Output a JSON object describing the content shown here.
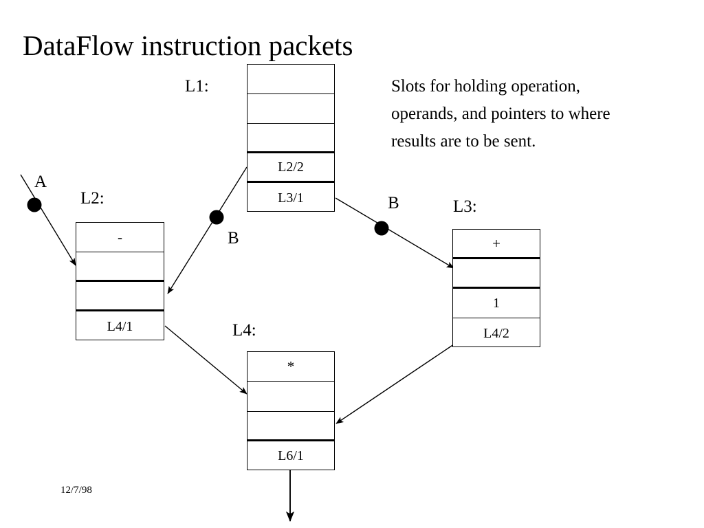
{
  "slide": {
    "title": "DataFlow instruction packets",
    "date": "12/7/98",
    "background_color": "#ffffff",
    "ink_color": "#000000"
  },
  "annotation": {
    "text": "Slots for holding operation, operands, and pointers to where results are to be sent."
  },
  "packets": [
    {
      "id": "L1",
      "label": "L1:",
      "cells": [
        "",
        "",
        "",
        "L2/2",
        "L3/1"
      ]
    },
    {
      "id": "L2",
      "label": "L2:",
      "cells": [
        "-",
        "",
        "",
        "L4/1"
      ]
    },
    {
      "id": "L3",
      "label": "L3:",
      "cells": [
        "+",
        "",
        "1",
        "L4/2"
      ]
    },
    {
      "id": "L4",
      "label": "L4:",
      "cells": [
        "*",
        "",
        "",
        "L6/1"
      ]
    }
  ],
  "edges": [
    {
      "id": "A",
      "label": "A",
      "from": "input",
      "to": "L2",
      "has_token": true
    },
    {
      "id": "B1",
      "label": "B",
      "from": "L1",
      "to": "L2",
      "has_token": true
    },
    {
      "id": "B2",
      "label": "B",
      "from": "L1",
      "to": "L3",
      "has_token": true
    },
    {
      "id": "E1",
      "label": "",
      "from": "L2",
      "to": "L4",
      "has_token": false
    },
    {
      "id": "E2",
      "label": "",
      "from": "L3",
      "to": "L4",
      "has_token": false
    },
    {
      "id": "E3",
      "label": "",
      "from": "L4",
      "to": "output",
      "has_token": false
    }
  ]
}
